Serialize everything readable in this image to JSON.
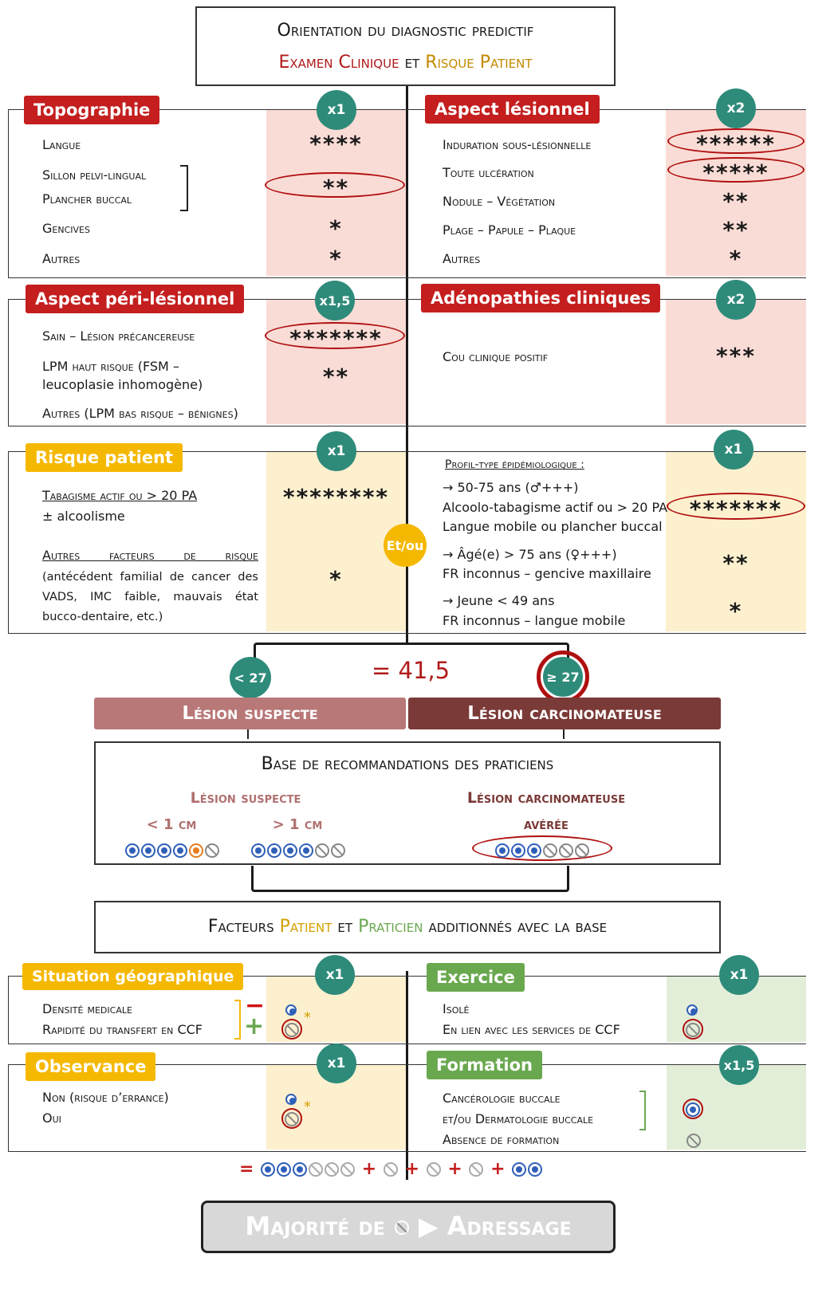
{
  "header": {
    "line1": "Orientation du diagnostic predictif",
    "line2_part1": "Examen Clinique",
    "line2_and": "et",
    "line2_part2": "Risque Patient"
  },
  "topographie": {
    "title": "Topographie",
    "coef": "x1",
    "rows": [
      {
        "label": "Langue",
        "stars": "****"
      },
      {
        "label": "Sillon pelvi-lingual",
        "stars": ""
      },
      {
        "label": "Plancher buccal",
        "stars": "**"
      },
      {
        "label": "Gencives",
        "stars": "*"
      },
      {
        "label": "Autres",
        "stars": "*"
      }
    ]
  },
  "aspect_lesionnel": {
    "title": "Aspect lésionnel",
    "coef": "x2",
    "rows": [
      {
        "label": "Induration sous-lésionnelle",
        "stars": "******"
      },
      {
        "label": "Toute ulcération",
        "stars": "*****"
      },
      {
        "label": "Nodule – Végétation",
        "stars": "**"
      },
      {
        "label": "Plage – Papule – Plaque",
        "stars": "**"
      },
      {
        "label": "Autres",
        "stars": "*"
      }
    ]
  },
  "aspect_peri": {
    "title": "Aspect péri-lésionnel",
    "coef": "x1,5",
    "rows": [
      {
        "label": "Sain – Lésion précancereuse",
        "stars": "*******"
      },
      {
        "label": "LPM haut risque (FSM –",
        "label2": "leucoplasie inhomogène)",
        "stars": "**"
      },
      {
        "label": "Autres (LPM bas risque – bénignes)",
        "stars": ""
      }
    ]
  },
  "adenopathies": {
    "title": "Adénopathies cliniques",
    "coef": "x2",
    "rows": [
      {
        "label": "Cou clinique positif",
        "stars": "***"
      }
    ]
  },
  "risque_patient": {
    "title": "Risque patient",
    "coef": "x1",
    "tabac": "Tabagisme actif ou > 20 PA",
    "alcool": "± alcoolisme",
    "tabac_stars": "********",
    "autres_title": "Autres facteurs de risque",
    "autres_text": "(antécédent familial de cancer des VADS, IMC faible, mauvais état bucco-dentaire, etc.)",
    "autres_stars": "*"
  },
  "profil": {
    "coef": "x1",
    "title": "Profil-type épidémiologique :",
    "p1_line1": "→ 50-75 ans (♂+++)",
    "p1_line2": "Alcoolo-tabagisme actif ou > 20 PA",
    "p1_line3": "Langue mobile ou plancher buccal",
    "p1_stars": "*******",
    "p2_line1": "→ Âgé(e) > 75 ans (♀+++)",
    "p2_line2": "FR inconnus – gencive maxillaire",
    "p2_stars": "**",
    "p3_line1": "→ Jeune < 49 ans",
    "p3_line2": "FR inconnus – langue mobile",
    "p3_stars": "*"
  },
  "etou": "Et/ou",
  "score": {
    "low": "< 27",
    "high": "≥ 27",
    "result": "= 41,5",
    "band_low": "Lésion suspecte",
    "band_high": "Lésion carcinomateuse"
  },
  "base": {
    "title": "Base de recommandations des praticiens",
    "col1": "Lésion suspecte",
    "col1a": "< 1 cm",
    "col1b": "> 1 cm",
    "col2": "Lésion carcinomateuse",
    "col2a": "avérée"
  },
  "facteurs": {
    "p1": "Facteurs",
    "p2": "Patient",
    "p3": "et",
    "p4": "Praticien",
    "p5": "additionnés avec la base"
  },
  "geo": {
    "title": "Situation géographique",
    "coef": "x1",
    "r1": "Densité medicale",
    "r2": "Rapidité du transfert en CCF"
  },
  "exercice": {
    "title": "Exercice",
    "coef": "x1",
    "r1": "Isolé",
    "r2": "En lien avec les services de CCF"
  },
  "observance": {
    "title": "Observance",
    "coef": "x1",
    "r1": "Non (risque d’errance)",
    "r2": "Oui"
  },
  "formation": {
    "title": "Formation",
    "coef": "x1,5",
    "r1": "Cancérologie buccale",
    "r2": "et/ou Dermatologie buccale",
    "r3": "Absence de formation"
  },
  "footer": {
    "p1": "Majorité de",
    "p2": "Adressage"
  },
  "colors": {
    "red": "#c41e1e",
    "yellow": "#f5b800",
    "green": "#6aa84f",
    "teal": "#2e8b7a",
    "pink_band": "#b87878",
    "dark_band": "#7a3a38"
  }
}
